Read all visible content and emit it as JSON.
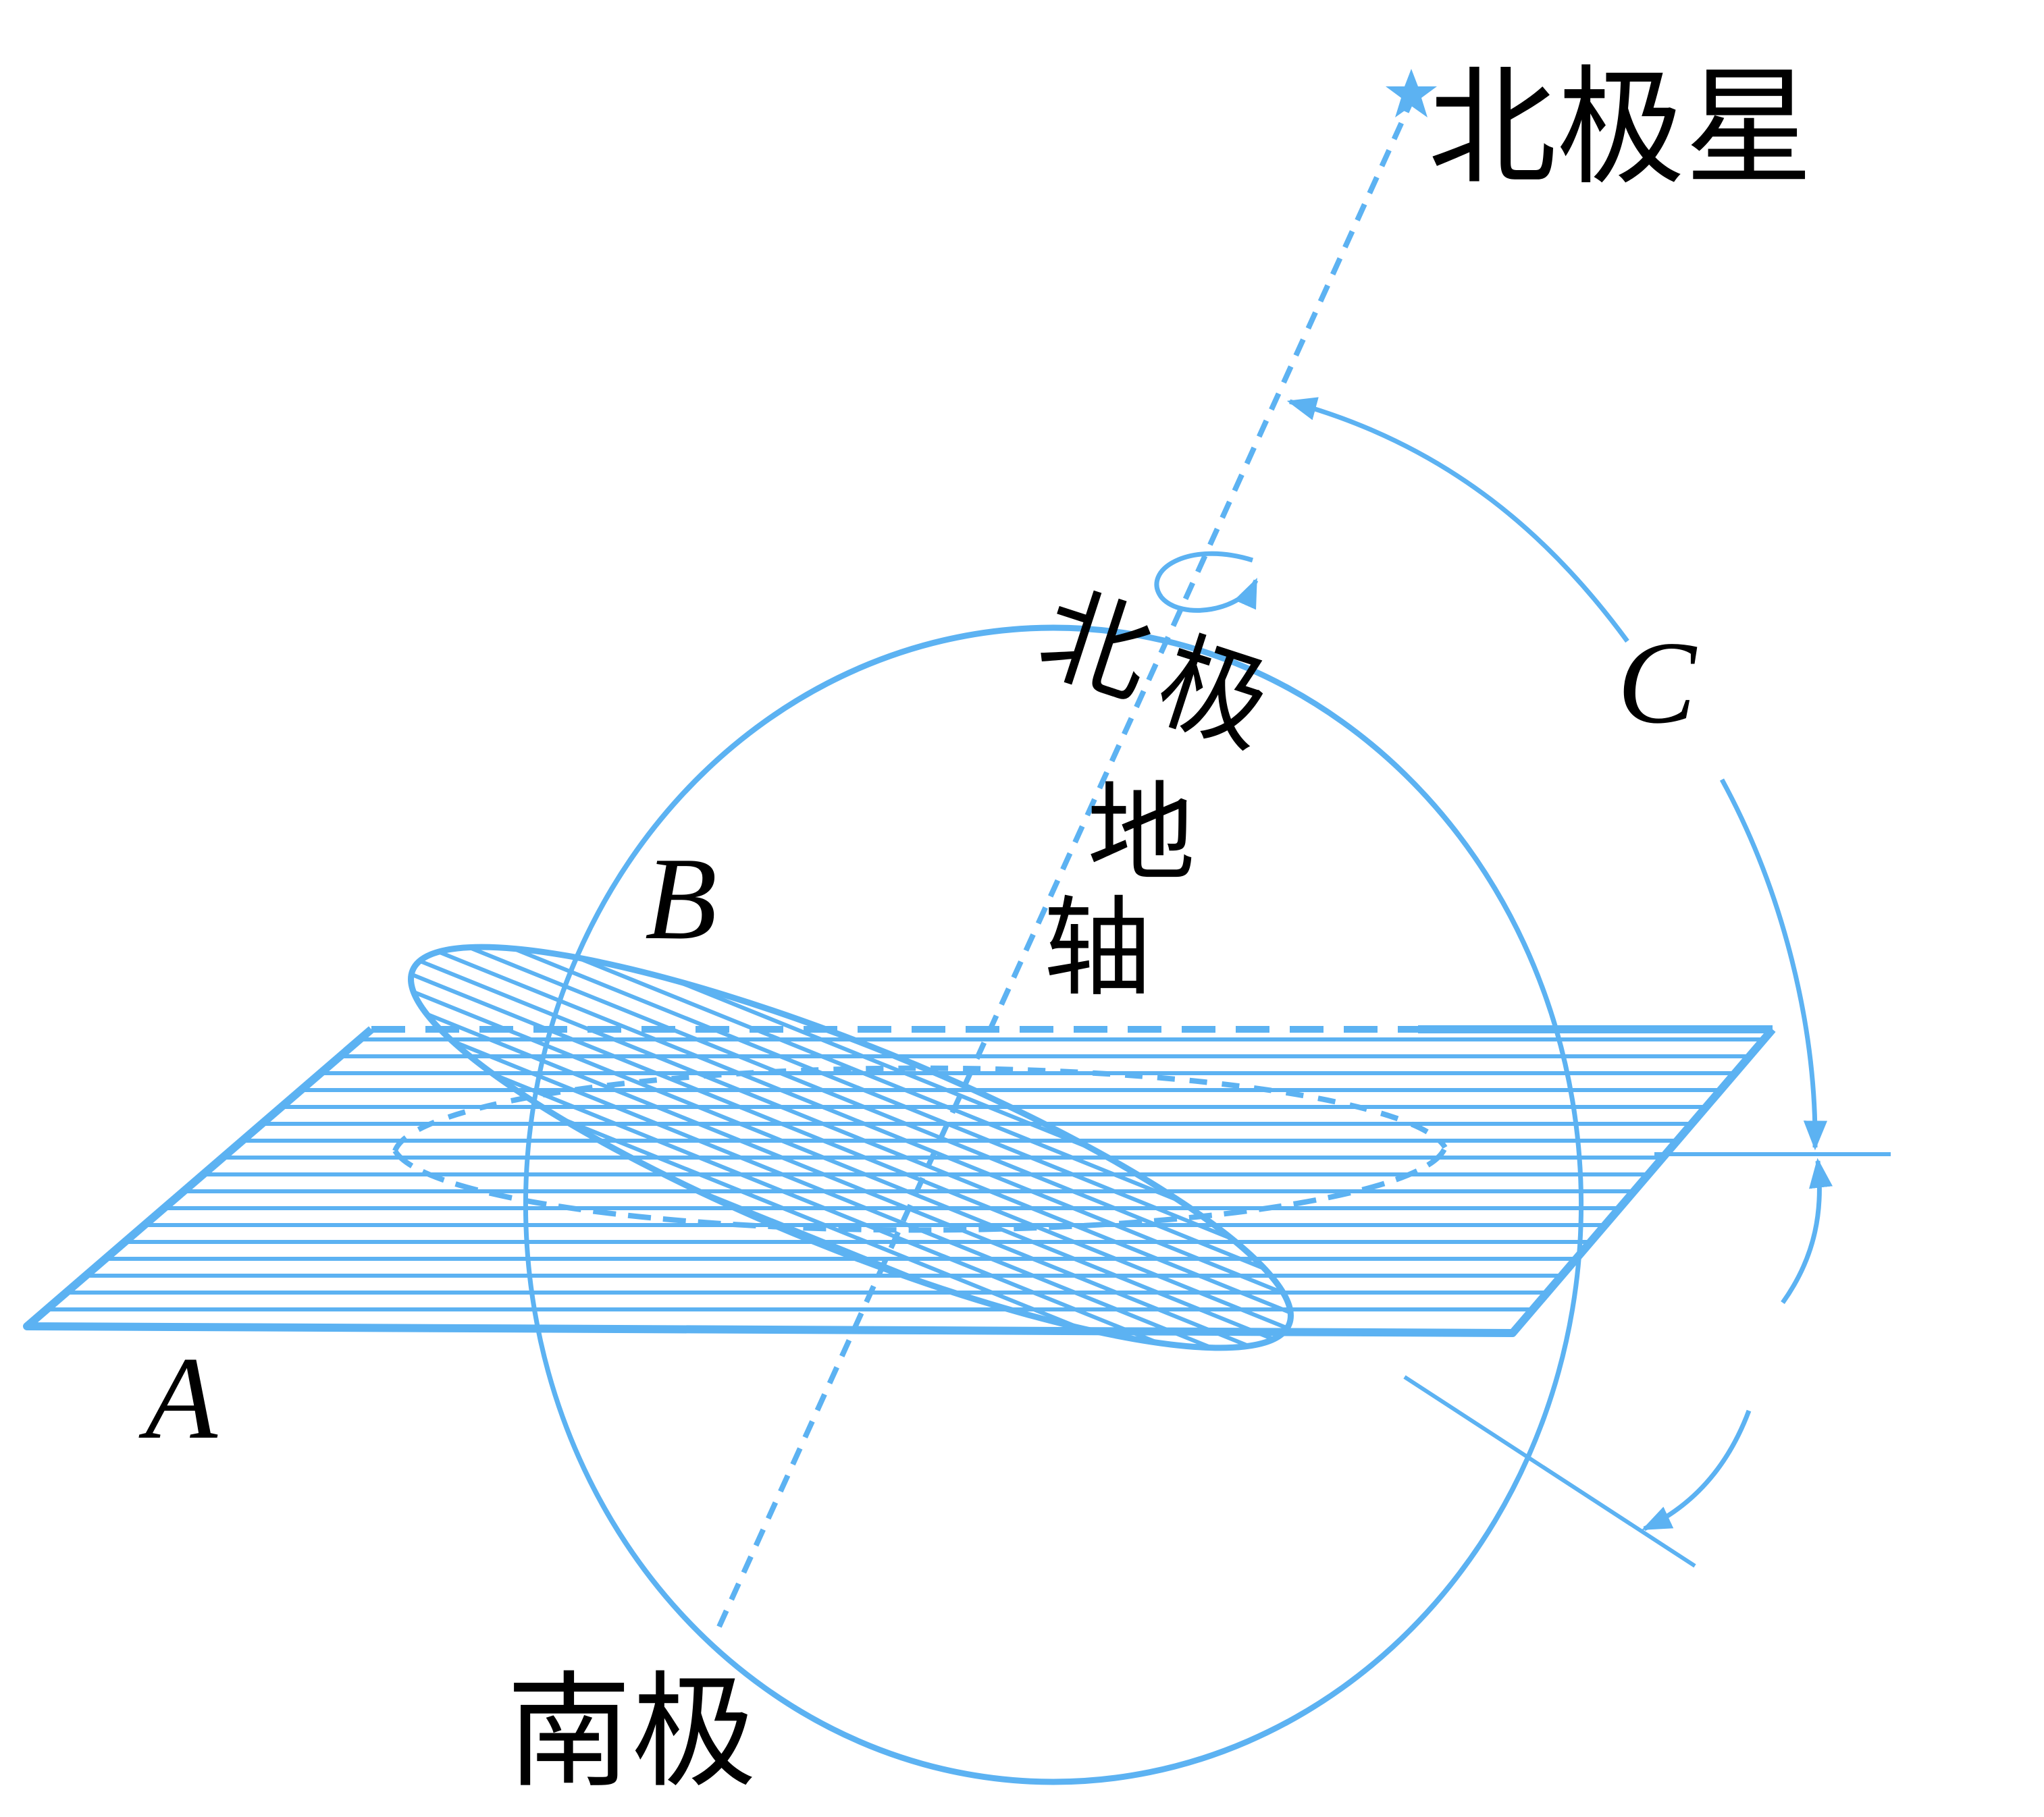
{
  "labels": {
    "polaris": "北极星",
    "north_pole_1": "北",
    "north_pole_2": "极",
    "axis_1": "地",
    "axis_2": "轴",
    "south_pole": "南极",
    "plane_a": "A",
    "plane_b": "B",
    "angle_c": "C"
  },
  "colors": {
    "line": "#5cb2f2",
    "text": "#000000"
  },
  "icons": {
    "polaris": "star-icon"
  }
}
